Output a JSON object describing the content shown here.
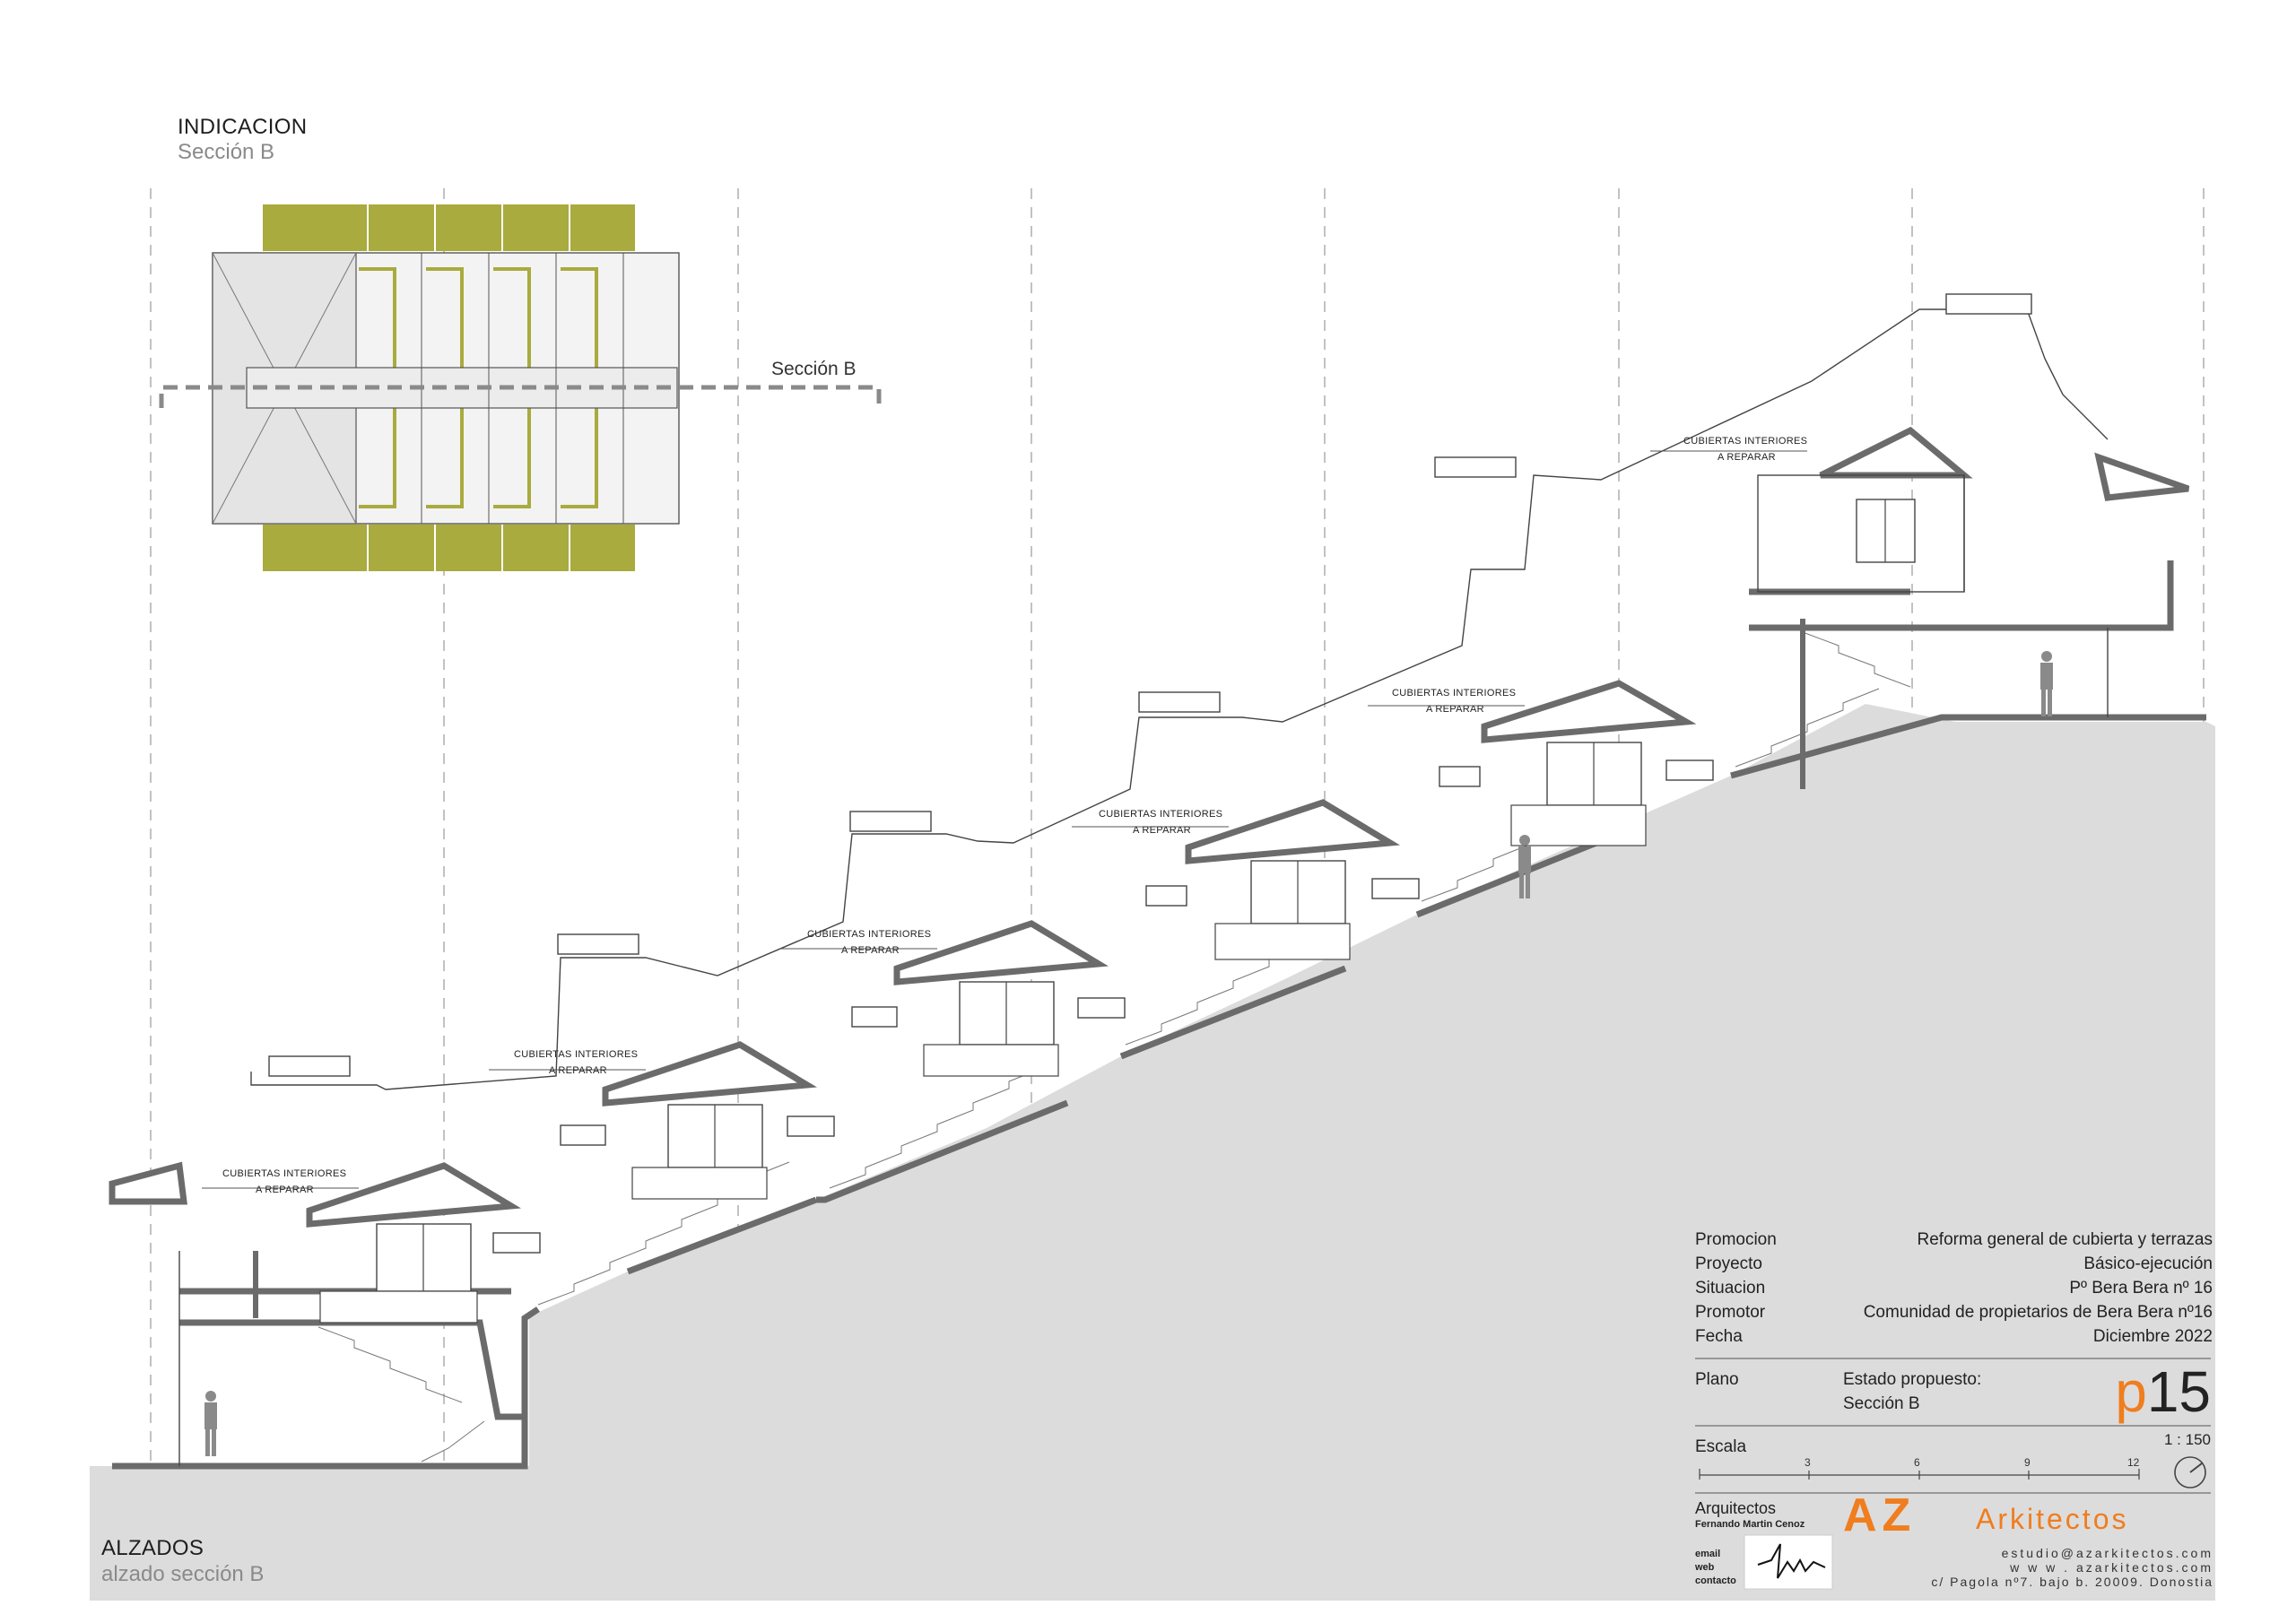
{
  "indicacion": {
    "title": "INDICACION",
    "subtitle": "Sección B"
  },
  "plan": {
    "cut_label": "Sección B"
  },
  "alzados": {
    "title": "ALZADOS",
    "subtitle": "alzado sección B"
  },
  "section": {
    "roof_note_line1": "CUBIERTAS INTERIORES",
    "roof_note_line2": "A REPARAR"
  },
  "title_block": {
    "rows": [
      {
        "label": "Promocion",
        "value": "Reforma general de cubierta y terrazas"
      },
      {
        "label": "Proyecto",
        "value": "Básico-ejecución"
      },
      {
        "label": "Situacion",
        "value": "Pº Bera Bera nº 16"
      },
      {
        "label": "Promotor",
        "value": "Comunidad de propietarios de Bera Bera nº16"
      },
      {
        "label": "Fecha",
        "value": "Diciembre 2022"
      }
    ],
    "plano_label": "Plano",
    "plano_line1": "Estado propuesto:",
    "plano_line2": "Sección B",
    "sheet_prefix": "p",
    "sheet_number": "15",
    "escala_label": "Escala",
    "scale_value": "1 : 150",
    "scale_ticks": [
      "3",
      "6",
      "9",
      "12"
    ],
    "arquitectos_label": "Arquitectos",
    "architect_name": "Fernando Martin Cenoz",
    "contact_labels": [
      "email",
      "web",
      "contacto"
    ],
    "logo_az": "AZ",
    "logo_word": "Arkitectos",
    "email": "estudio@azarkitectos.com",
    "web": "w w w . azarkitectos.com",
    "address": "c/ Pagola nº7. bajo b. 20009. Donostia"
  },
  "colors": {
    "ground": "#dcdcdc",
    "section_cut": "#6b6b6b",
    "terrace_green": "#a9ab3e",
    "accent_orange": "#f07d1e",
    "line": "#3a3a3a"
  }
}
